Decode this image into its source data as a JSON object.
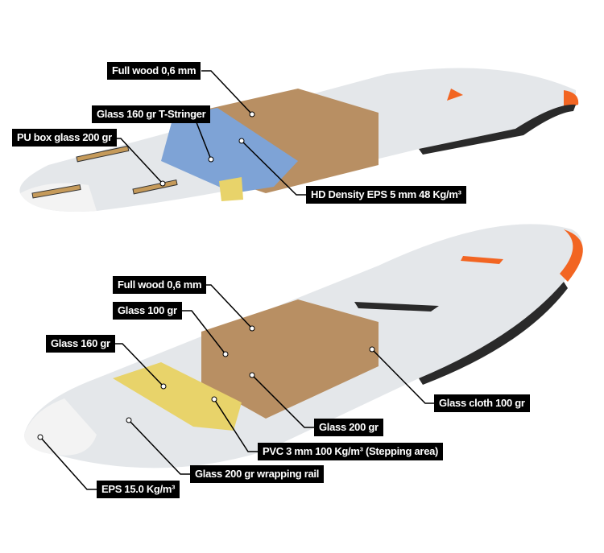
{
  "top_board": {
    "labels": [
      {
        "id": "full-wood",
        "text": "Full wood 0,6 mm"
      },
      {
        "id": "glass-160-t-stringer",
        "text": "Glass 160 gr T-Stringer"
      },
      {
        "id": "pu-box-glass",
        "text": "PU box glass 200 gr"
      },
      {
        "id": "hd-density-eps",
        "text": "HD Density EPS 5 mm 48 Kg/m³"
      }
    ]
  },
  "bottom_board": {
    "labels": [
      {
        "id": "full-wood",
        "text": "Full wood 0,6 mm"
      },
      {
        "id": "glass-100",
        "text": "Glass 100 gr"
      },
      {
        "id": "glass-160",
        "text": "Glass 160 gr"
      },
      {
        "id": "glass-cloth-100",
        "text": "Glass cloth 100 gr"
      },
      {
        "id": "glass-200",
        "text": "Glass 200 gr"
      },
      {
        "id": "pvc-stepping",
        "text": "PVC 3 mm 100 Kg/m³ (Stepping area)"
      },
      {
        "id": "glass-200-wrapping-rail",
        "text": "Glass 200 gr wrapping rail"
      },
      {
        "id": "eps-core",
        "text": "EPS 15.0 Kg/m³"
      }
    ]
  },
  "colors": {
    "wood": "#b88f63",
    "blue": "#7ea3d6",
    "yellow": "#e8d36a",
    "shell": "#dde1e6",
    "accent": "#f26522",
    "rail": "#2a2a2a"
  }
}
